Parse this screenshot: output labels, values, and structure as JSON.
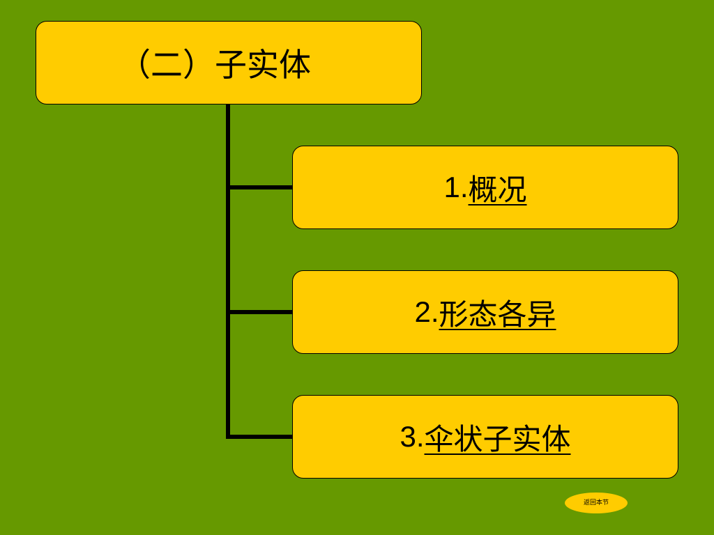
{
  "title": "（二）子实体",
  "items": [
    {
      "number": "1.",
      "label": "概况"
    },
    {
      "number": "2.",
      "label": "形态各异"
    },
    {
      "number": "3.",
      "label": "伞状子实体"
    }
  ],
  "back_button": {
    "label": "返回本节"
  },
  "colors": {
    "background": "#669900",
    "box_fill": "#ffcc00",
    "line": "#000000"
  }
}
